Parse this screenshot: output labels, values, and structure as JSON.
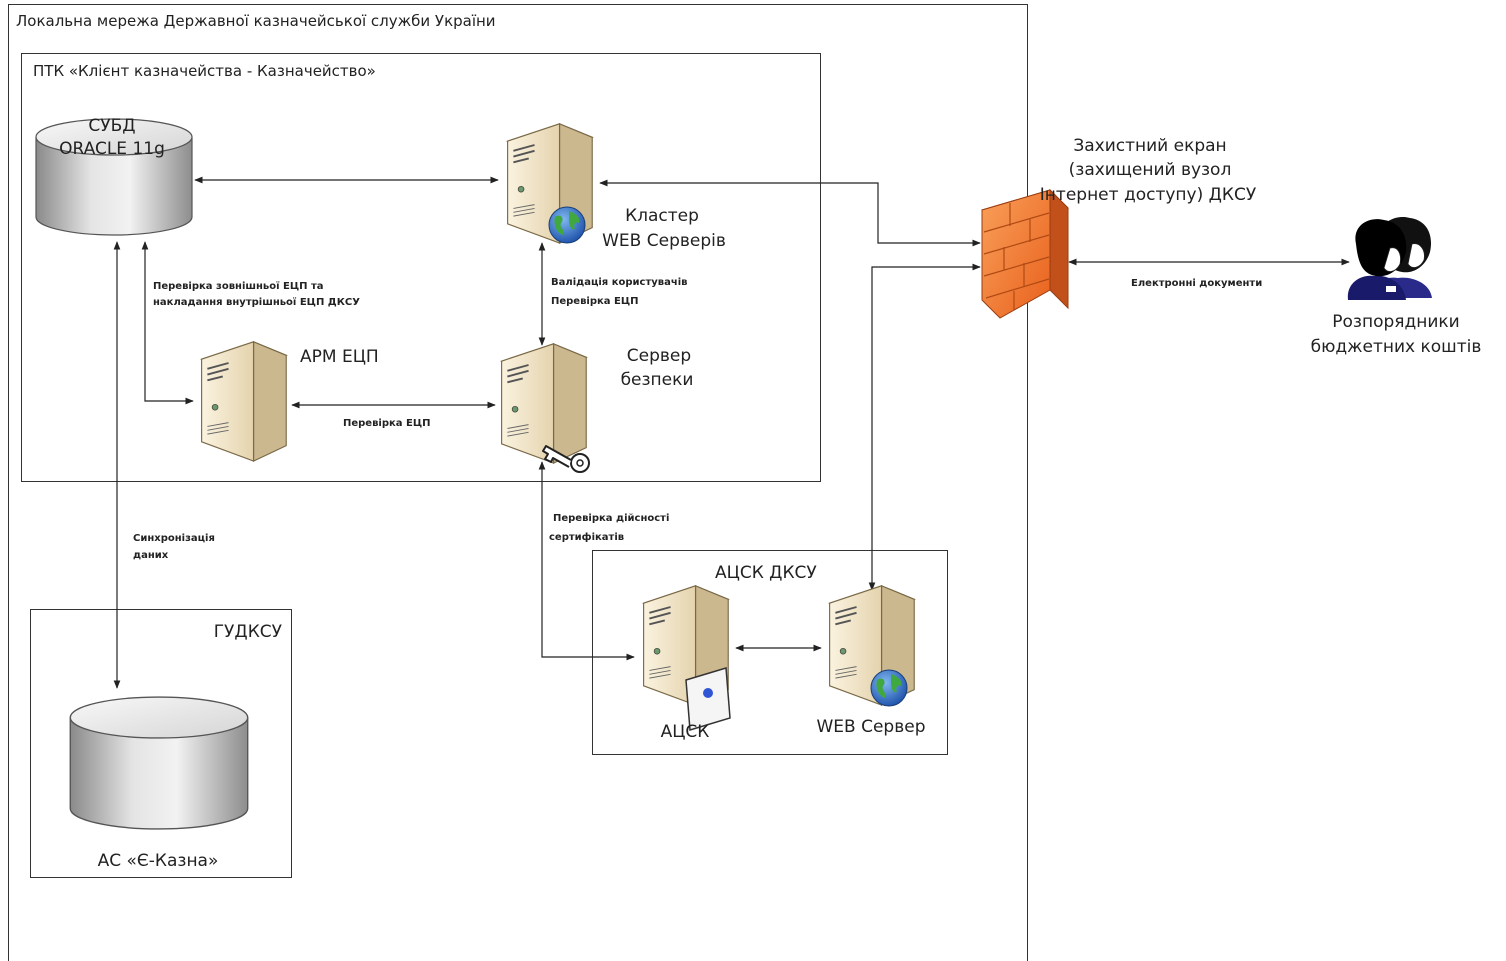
{
  "containers": {
    "lan_title": "Локальна мережа Державної казначейської служби України",
    "ptk_title": "ПТК «Клієнт казначейства - Казначейство»",
    "gudksu_title": "ГУДКСУ",
    "atsk_dksu_title": "АЦСК ДКСУ"
  },
  "nodes": {
    "oracle_line1": "СУБД",
    "oracle_line2": "ORACLE 11g",
    "cluster_line1": "Кластер",
    "cluster_line2": "WEB Серверів",
    "arm": "АРМ ЕЦП",
    "security_line1": "Сервер",
    "security_line2": "безпеки",
    "atsk": "АЦСК",
    "web_server": "WEB Сервер",
    "ekazna": "АС «Є-Казна»",
    "firewall_line1": "Захистний екран",
    "firewall_line2": "(захищений вузол",
    "firewall_line3": "Інтернет доступу) ДКСУ",
    "users_line1": "Розпорядники",
    "users_line2": "бюджетних коштів"
  },
  "edges": {
    "check_ext_line1": "Перевірка зовнішньої ЕЦП та",
    "check_ext_line2": "накладання внутрішньої ЕЦП ДКСУ",
    "validation_line1": "Валідація  користувачів",
    "validation_line2": "Перевірка ЕЦП",
    "check_ecp": "Перевірка ЕЦП",
    "sync_line1": "Синхронізація",
    "sync_line2": "даних",
    "cert_line1": "Перевірка дійсності",
    "cert_line2": "сертифікатів",
    "edocs": "Електронні документи"
  },
  "colors": {
    "server_body": "#ede0c4",
    "server_side": "#c9b68e",
    "firewall": "#f07a30",
    "globe": "#2a6fc9",
    "line": "#222222"
  }
}
